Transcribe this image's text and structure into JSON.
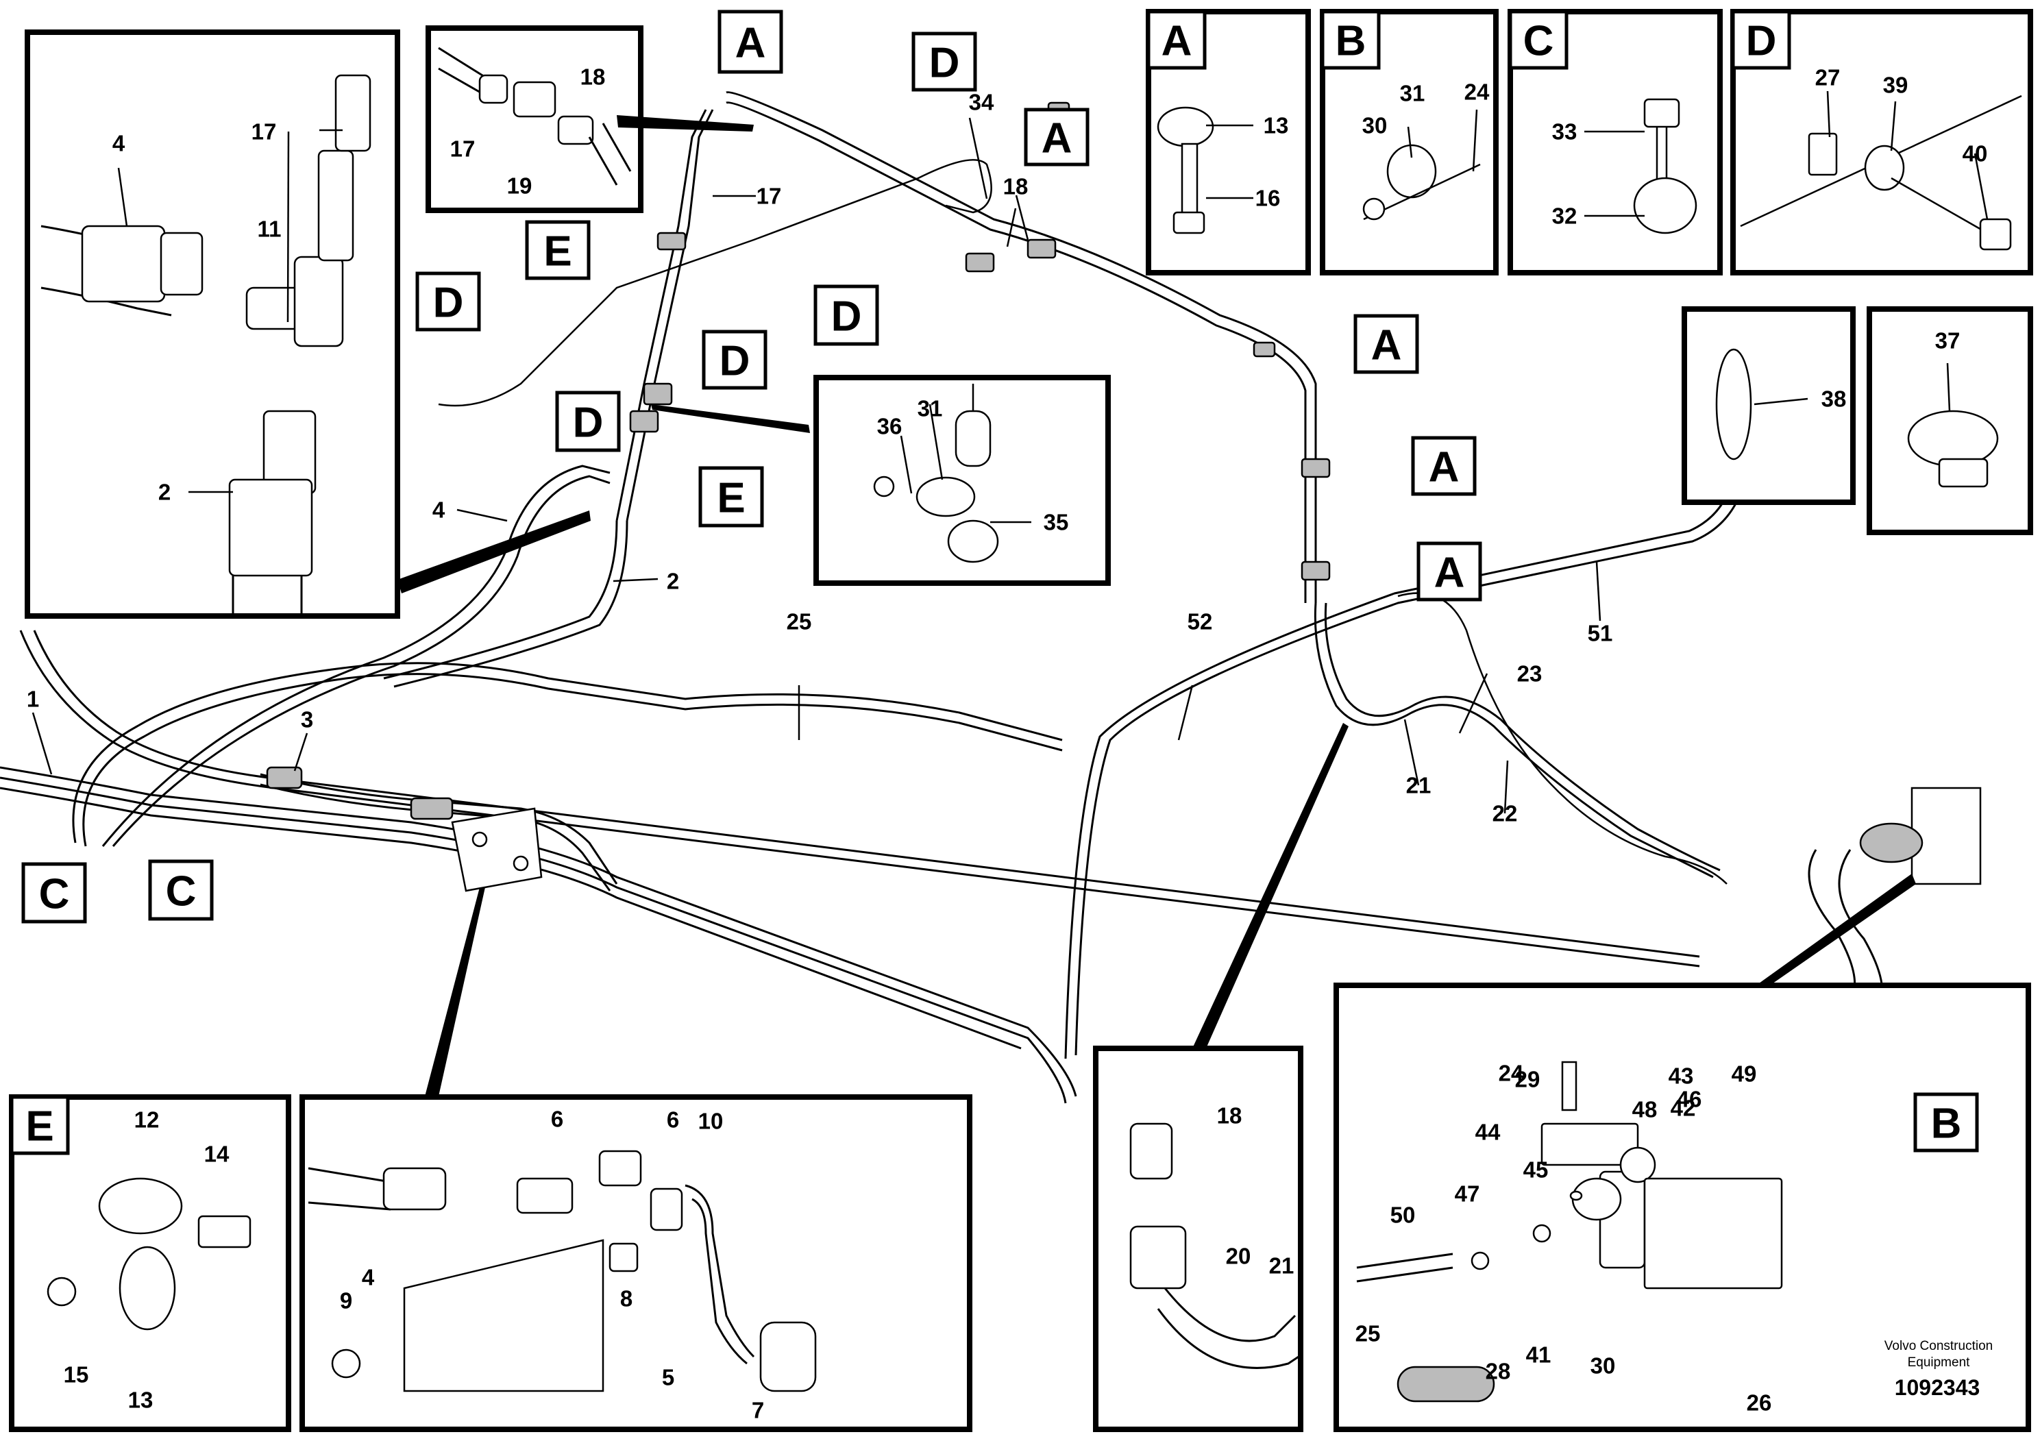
{
  "diagram": {
    "brand_line1": "Volvo Construction",
    "brand_line2": "Equipment",
    "doc_number": "1092343"
  },
  "detail_titles": {
    "A": "A",
    "B": "B",
    "C": "C",
    "D": "D",
    "E": "E"
  },
  "callout_tags": [
    "A",
    "A",
    "A",
    "A",
    "A",
    "A",
    "B",
    "C",
    "C",
    "D",
    "D",
    "D",
    "D",
    "E",
    "E"
  ],
  "part_labels": [
    "1",
    "2",
    "3",
    "4",
    "5",
    "6",
    "7",
    "8",
    "9",
    "10",
    "11",
    "12",
    "13",
    "14",
    "15",
    "16",
    "17",
    "18",
    "19",
    "20",
    "21",
    "22",
    "23",
    "24",
    "25",
    "26",
    "27",
    "28",
    "29",
    "30",
    "31",
    "32",
    "33",
    "34",
    "35",
    "36",
    "37",
    "38",
    "39",
    "40",
    "41",
    "42",
    "43",
    "44",
    "45",
    "46",
    "47",
    "48",
    "49",
    "50",
    "51",
    "52"
  ]
}
